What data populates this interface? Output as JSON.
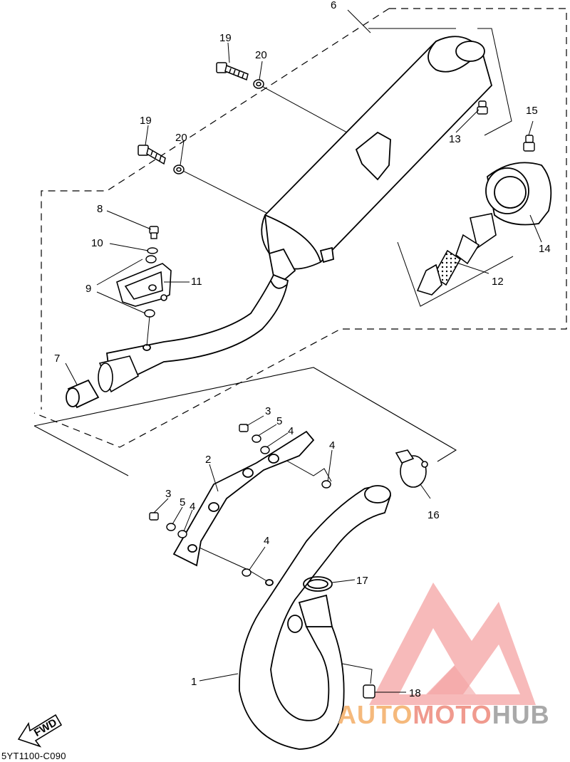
{
  "diagram": {
    "callouts": [
      "1",
      "2",
      "3",
      "4",
      "5",
      "6",
      "7",
      "8",
      "9",
      "10",
      "11",
      "12",
      "13",
      "14",
      "15",
      "16",
      "17",
      "18",
      "19",
      "20"
    ],
    "fwd_label": "FWD",
    "drawing_code": "5YT1100-C090"
  },
  "watermark": {
    "part1": "AUTO",
    "part2": "MOTO",
    "part3": "HUB",
    "colors": {
      "part1": "#f5b97c",
      "part2": "#f09a8e",
      "part3": "#a9a9a9",
      "logo": "#f08c8c"
    }
  }
}
